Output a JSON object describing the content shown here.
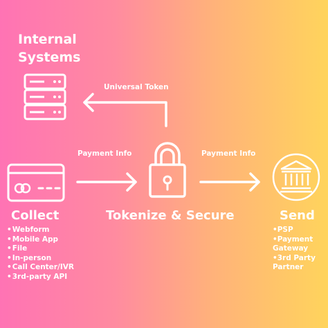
{
  "internal": {
    "title_line1": "Internal",
    "title_line2": "Systems",
    "icon": "server-icon"
  },
  "universal_token": {
    "label": "Universal Token"
  },
  "flow": {
    "collect_to_tokenize_label": "Payment Info",
    "tokenize_to_send_label": "Payment Info"
  },
  "collect": {
    "title": "Collect",
    "icon": "credit-card-icon",
    "items": [
      "Webform",
      "Mobile App",
      "File",
      "In-person",
      "Call Center/IVR",
      "3rd-party API"
    ]
  },
  "tokenize": {
    "title": "Tokenize & Secure",
    "icon": "padlock-icon"
  },
  "send": {
    "title": "Send",
    "icon": "bank-icon",
    "items": [
      "PSP",
      "Payment",
      "Gateway",
      "3rd Party",
      "Partner"
    ]
  },
  "colors": {
    "gradient_left": "#ff73b4",
    "gradient_right": "#ffd45c",
    "foreground": "#ffffff"
  }
}
